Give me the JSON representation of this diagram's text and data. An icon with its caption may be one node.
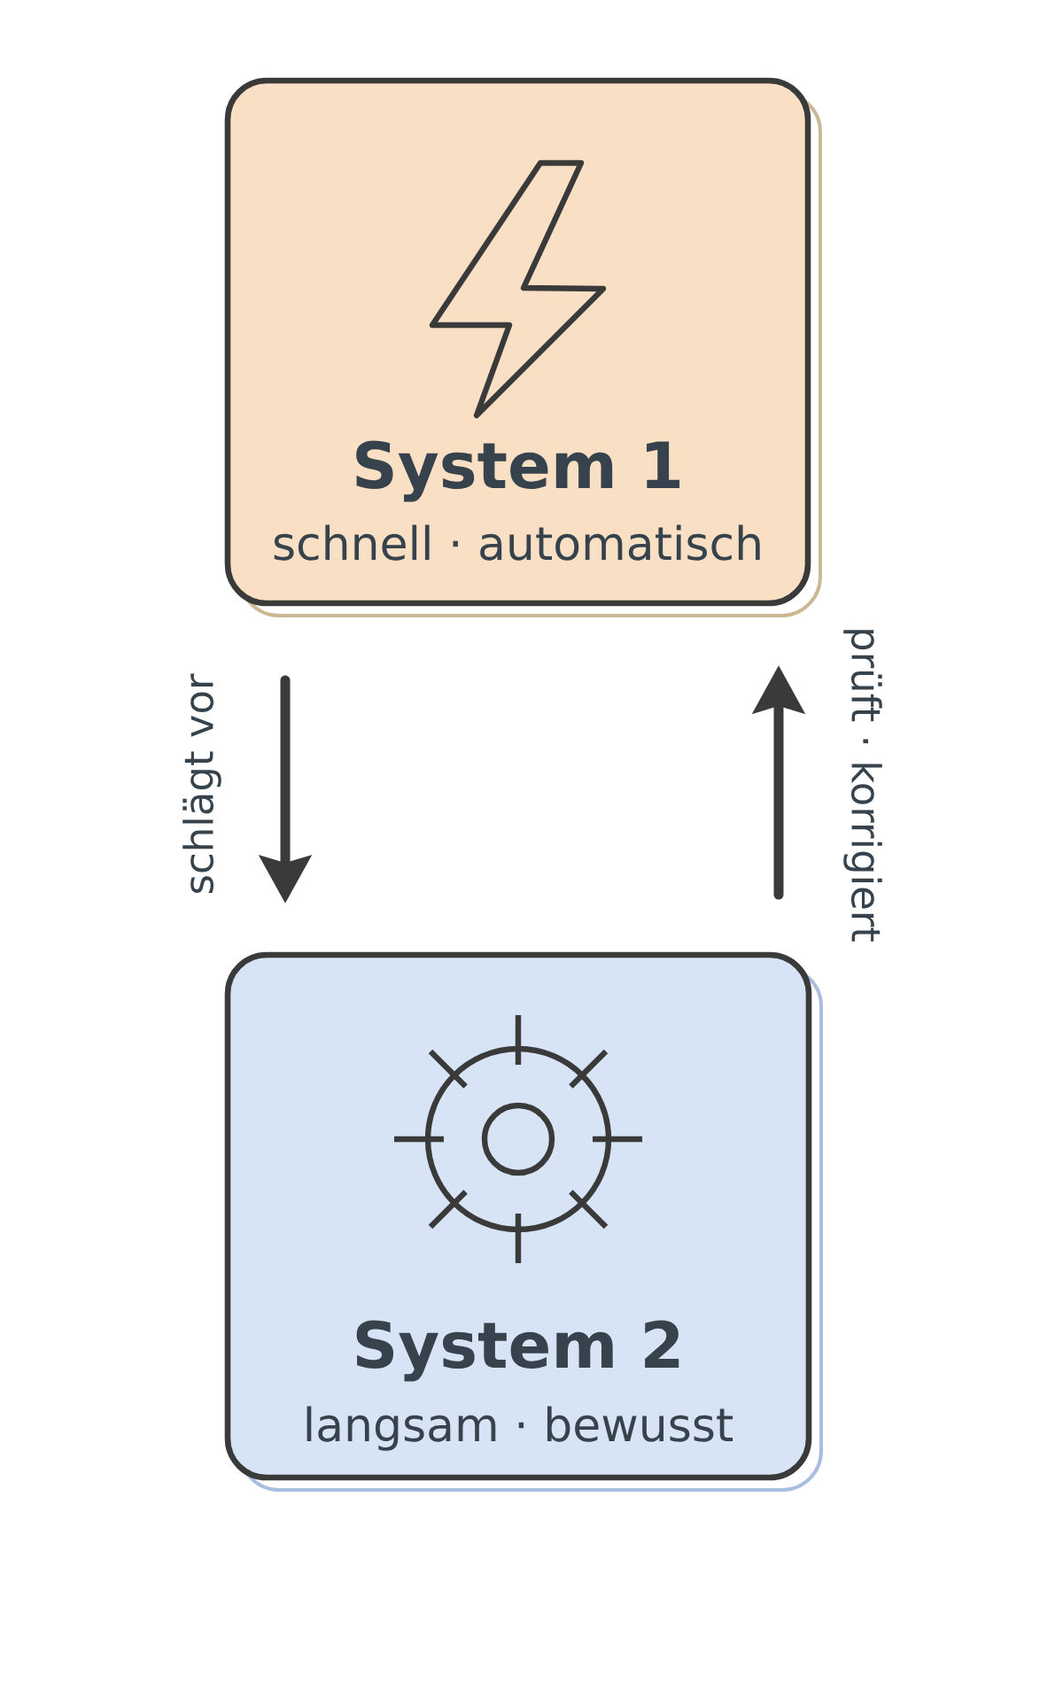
{
  "diagram": {
    "nodes": [
      {
        "text": [
          "System 1",
          "schnell · automatisch"
        ]
      },
      {
        "text": [
          "System 2",
          "langsam · bewusst"
        ]
      }
    ],
    "edges": [
      {
        "from": 0,
        "to": 1,
        "arrow": "to",
        "label": "schlägt vor"
      },
      {
        "from": 1,
        "to": 0,
        "arrow": "to",
        "label": "prüft · korrigiert"
      }
    ]
  }
}
